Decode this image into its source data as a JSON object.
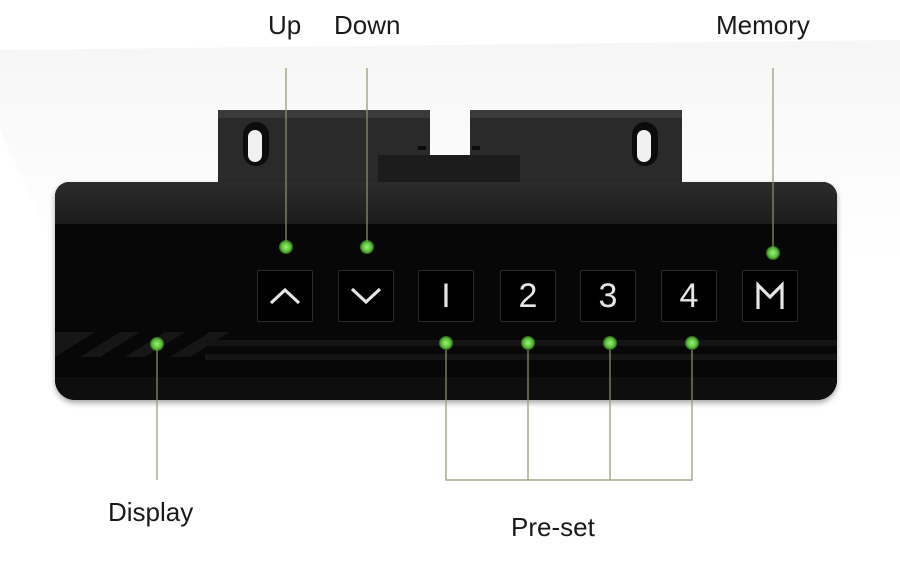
{
  "labels": {
    "up": "Up",
    "down": "Down",
    "memory": "Memory",
    "display": "Display",
    "preset": "Pre-set"
  },
  "buttons": [
    {
      "id": "up",
      "icon": "chevron-up-icon",
      "text": ""
    },
    {
      "id": "down",
      "icon": "chevron-down-icon",
      "text": ""
    },
    {
      "id": "preset-1",
      "icon": "",
      "text": "I"
    },
    {
      "id": "preset-2",
      "icon": "",
      "text": "2"
    },
    {
      "id": "preset-3",
      "icon": "",
      "text": "3"
    },
    {
      "id": "preset-4",
      "icon": "",
      "text": "4"
    },
    {
      "id": "memory",
      "icon": "m-icon",
      "text": ""
    }
  ],
  "colors": {
    "led": "#5cc23a",
    "connector_line": "#8c9a6a",
    "panel": "#0a0a0a",
    "button_glyph": "#e6e6e6"
  }
}
